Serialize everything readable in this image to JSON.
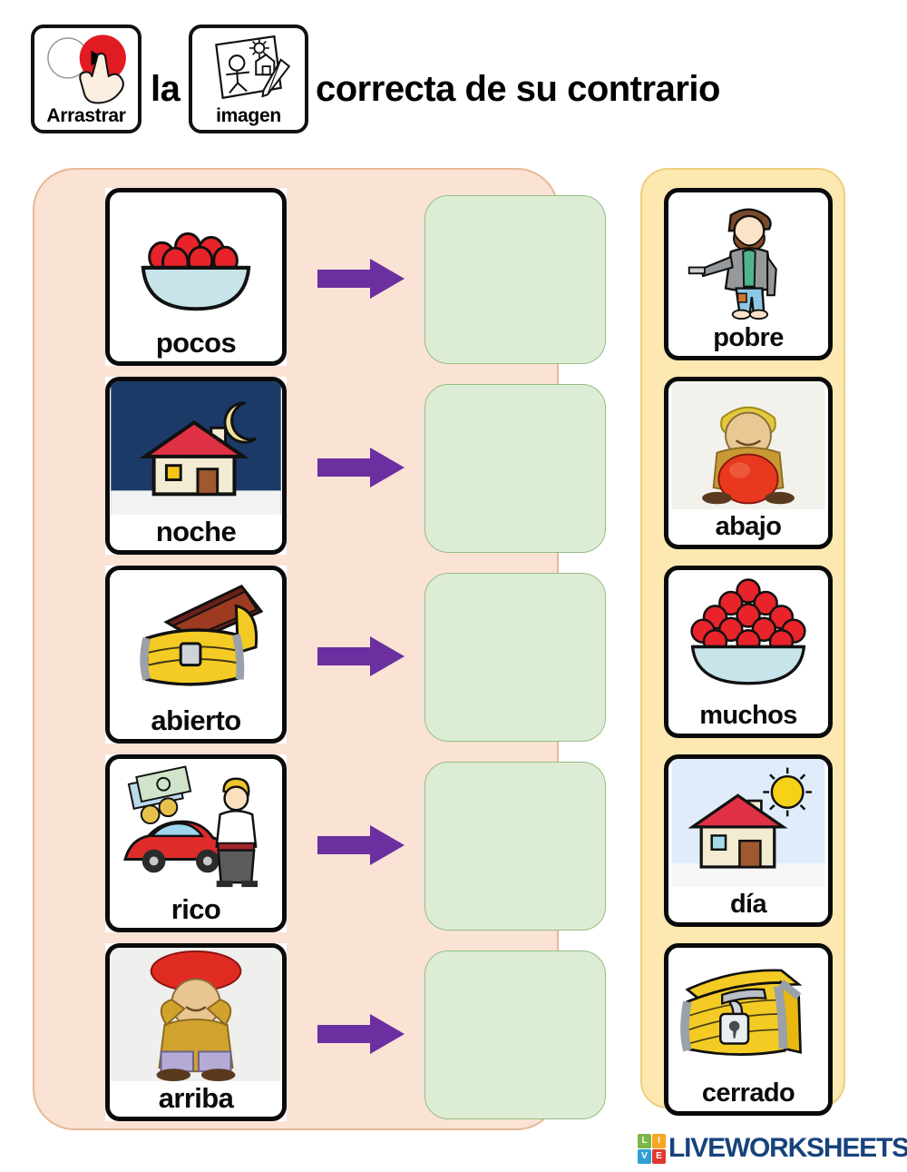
{
  "header": {
    "drag_icon": {
      "caption": "Arrastrar",
      "name": "arrastrar-icon"
    },
    "text_before": "la",
    "image_icon": {
      "caption": "imagen",
      "name": "imagen-icon"
    },
    "text_after": "correcta de su contrario"
  },
  "colors": {
    "left_panel_bg": "#fae2d5",
    "left_panel_border": "#e8b894",
    "right_panel_bg": "#fce8b0",
    "right_panel_border": "#edcf7d",
    "dropzone_bg": "#ddedd5",
    "dropzone_border": "#95bd84",
    "arrow": "#6b2fa0",
    "card_border": "#0a0a0a",
    "logo_text": "#17437c"
  },
  "left_column": {
    "rows": [
      {
        "label": "pocos",
        "art": "bowl-few-berries",
        "dropzone_label": ""
      },
      {
        "label": "noche",
        "art": "house-night-moon",
        "dropzone_label": ""
      },
      {
        "label": "abierto",
        "art": "open-treasure-chest",
        "dropzone_label": ""
      },
      {
        "label": "rico",
        "art": "rich-man-car-money",
        "dropzone_label": ""
      },
      {
        "label": "arriba",
        "art": "child-ball-up",
        "dropzone_label": ""
      }
    ]
  },
  "right_column": {
    "cards": [
      {
        "label": "pobre",
        "art": "poor-man-ragged"
      },
      {
        "label": "abajo",
        "art": "child-ball-down"
      },
      {
        "label": "muchos",
        "art": "bowl-many-berries"
      },
      {
        "label": "día",
        "art": "house-day-sun"
      },
      {
        "label": "cerrado",
        "art": "closed-locked-chest"
      }
    ]
  },
  "logo": {
    "squares": [
      {
        "letter": "L",
        "color": "#7ab648"
      },
      {
        "letter": "I",
        "color": "#f6a623"
      },
      {
        "letter": "V",
        "color": "#2e9fd4"
      },
      {
        "letter": "E",
        "color": "#e0392f"
      }
    ],
    "text": "LIVEWORKSHEETS"
  }
}
